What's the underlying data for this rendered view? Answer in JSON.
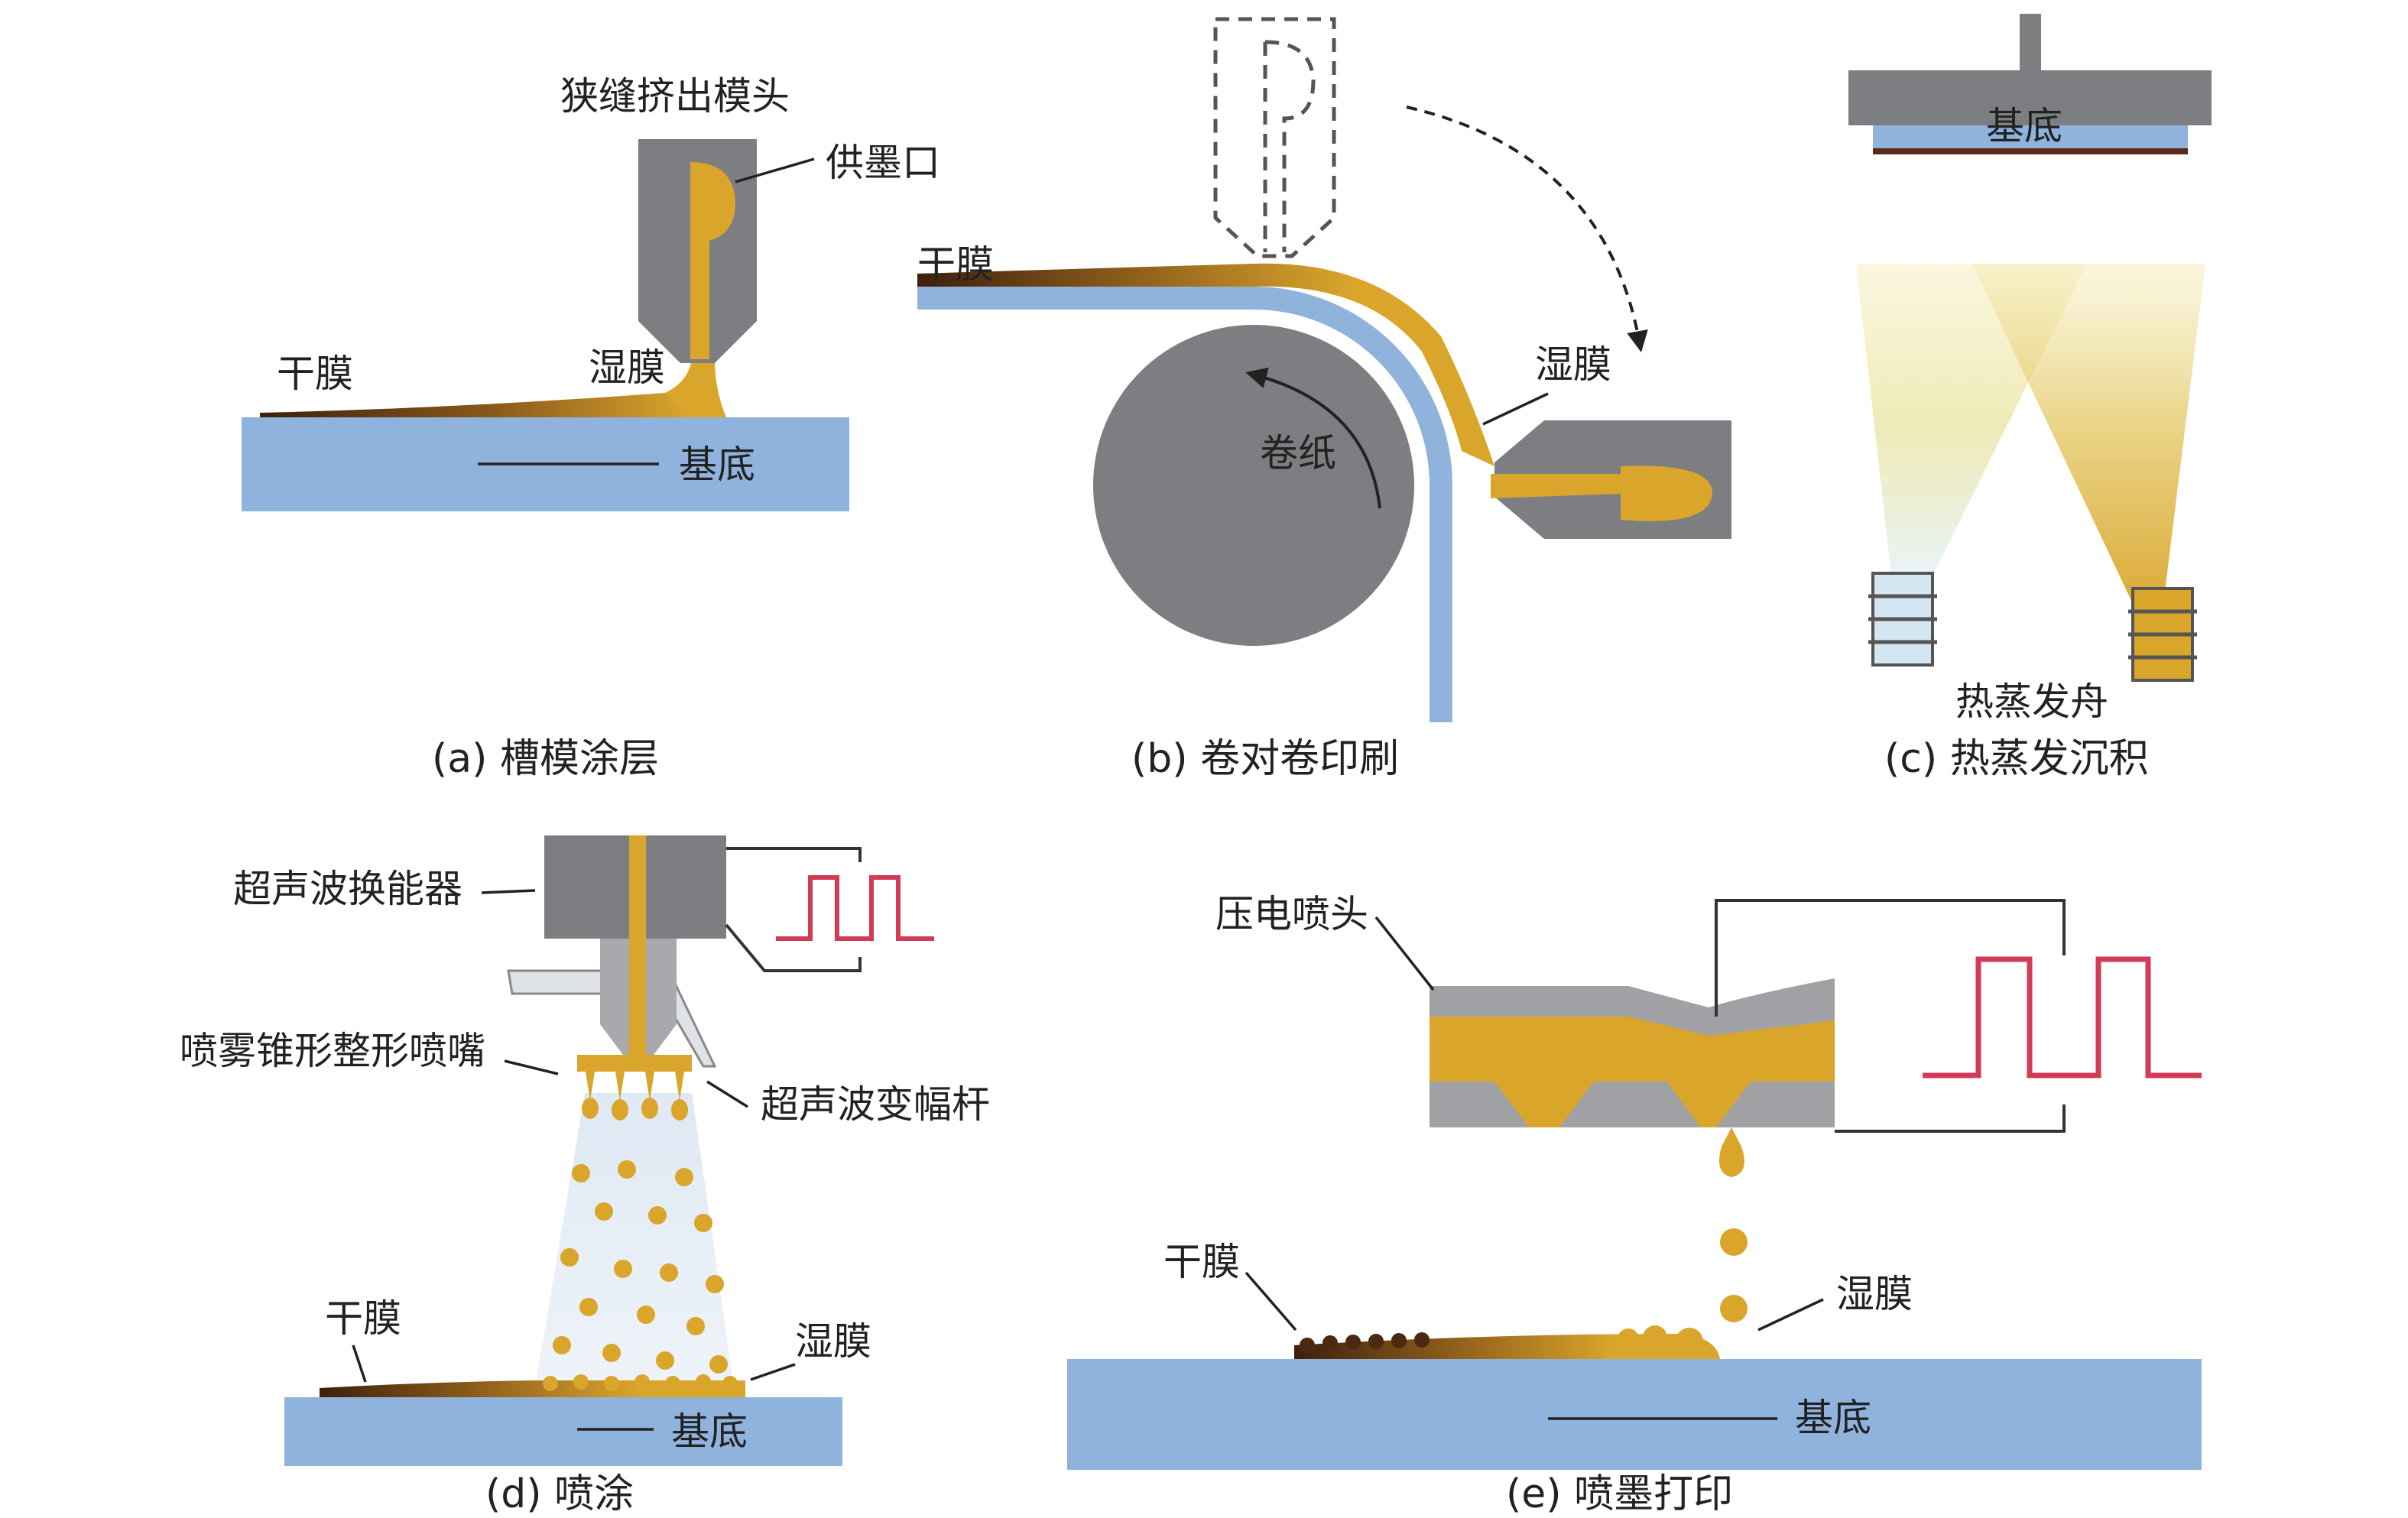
{
  "colors": {
    "substrate": "#8fb3dc",
    "machine": "#7d7e82",
    "ink": "#d9a52b",
    "dry_film": "#4a2a12",
    "pulse": "#d23b55",
    "wire": "#333333"
  },
  "panels": {
    "a": {
      "caption": "(a) 槽模涂层",
      "die_label": "狭缝挤出模头",
      "feed_label": "供墨口",
      "dry_label": "干膜",
      "wet_label": "湿膜",
      "substrate_label": "基底"
    },
    "b": {
      "caption": "(b) 卷对卷印刷",
      "dry_label": "干膜",
      "wet_label": "湿膜",
      "roll_label": "卷纸"
    },
    "c": {
      "caption": "(c) 热蒸发沉积",
      "substrate_label": "基底",
      "boat_label": "热蒸发舟"
    },
    "d": {
      "caption": "(d) 喷涂",
      "transducer_label": "超声波换能器",
      "nozzle_label": "喷雾锥形整形喷嘴",
      "horn_label": "超声波变幅杆",
      "dry_label": "干膜",
      "wet_label": "湿膜",
      "substrate_label": "基底"
    },
    "e": {
      "caption": "(e) 喷墨打印",
      "head_label": "压电喷头",
      "dry_label": "干膜",
      "wet_label": "湿膜",
      "substrate_label": "基底"
    }
  }
}
